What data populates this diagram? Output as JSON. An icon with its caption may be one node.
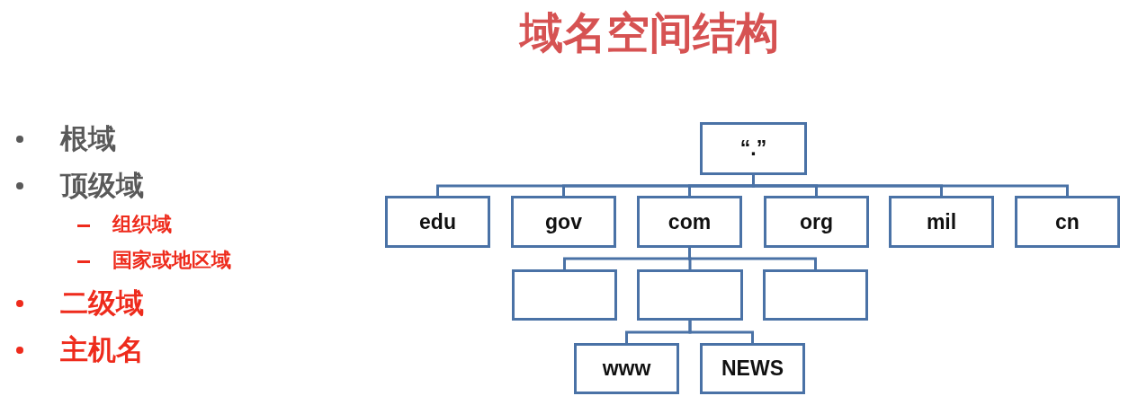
{
  "diagram": {
    "title": "域名空间结构",
    "nodes": [
      {
        "text": [
          "“.”"
        ]
      },
      {
        "text": [
          "edu"
        ]
      },
      {
        "text": [
          "gov"
        ]
      },
      {
        "text": [
          "com"
        ]
      },
      {
        "text": [
          "org"
        ]
      },
      {
        "text": [
          "mil"
        ]
      },
      {
        "text": [
          "cn"
        ]
      },
      {
        "text": [],
        "shape": "box"
      },
      {
        "text": [],
        "shape": "box"
      },
      {
        "text": [],
        "shape": "box"
      },
      {
        "text": [
          "www"
        ]
      },
      {
        "text": [
          "NEWS"
        ]
      }
    ],
    "edges": [
      {
        "from": 0,
        "to": 1,
        "arrow": "none"
      },
      {
        "from": 0,
        "to": 2,
        "arrow": "none"
      },
      {
        "from": 0,
        "to": 3,
        "arrow": "none"
      },
      {
        "from": 0,
        "to": 4,
        "arrow": "none"
      },
      {
        "from": 0,
        "to": 5,
        "arrow": "none"
      },
      {
        "from": 0,
        "to": 6,
        "arrow": "none"
      },
      {
        "from": 3,
        "to": 7,
        "arrow": "none"
      },
      {
        "from": 3,
        "to": 8,
        "arrow": "none"
      },
      {
        "from": 3,
        "to": 9,
        "arrow": "none"
      },
      {
        "from": 8,
        "to": 10,
        "arrow": "none"
      },
      {
        "from": 8,
        "to": 11,
        "arrow": "none"
      }
    ],
    "labels": [
      "根域",
      "顶级域",
      "组织域",
      "国家或地区域",
      "二级域",
      "主机名"
    ]
  }
}
